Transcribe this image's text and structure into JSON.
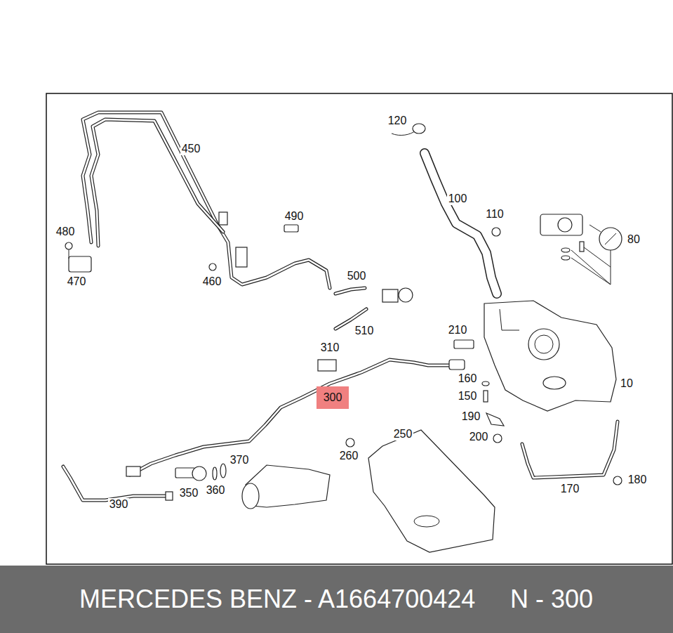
{
  "diagram": {
    "nodes": [
      {
        "text": [
          "300"
        ]
      },
      {
        "text": [
          "MERCEDES BENZ - A1664700424",
          "N - 300"
        ]
      }
    ],
    "labels": [
      "120",
      "450",
      "100",
      "110",
      "80",
      "490",
      "480",
      "470",
      "460",
      "500",
      "510",
      "210",
      "310",
      "160",
      "10",
      "150",
      "190",
      "200",
      "250",
      "260",
      "370",
      "350",
      "360",
      "390",
      "170",
      "180"
    ]
  }
}
